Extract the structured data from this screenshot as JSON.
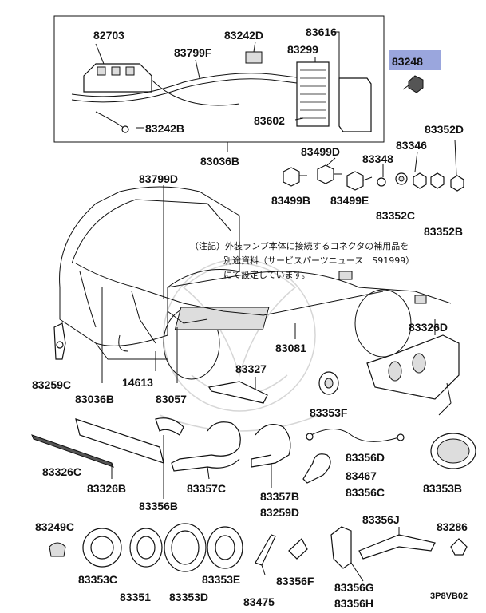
{
  "highlight_color": "#9aa6dd",
  "labels": {
    "p82703": "82703",
    "p83242D": "83242D",
    "p83616": "83616",
    "p83248": "83248",
    "p83799F": "83799F",
    "p83299": "83299",
    "p83602": "83602",
    "p83242B": "83242B",
    "p83036B_top": "83036B",
    "p83352D": "83352D",
    "p83499D": "83499D",
    "p83346": "83346",
    "p83348": "83348",
    "p83799D": "83799D",
    "p83499B": "83499B",
    "p83499E": "83499E",
    "p83352C": "83352C",
    "p83352B": "83352B",
    "p83081": "83081",
    "p83326D": "83326D",
    "p83259C_left": "83259C",
    "p83036B_bottom": "83036B",
    "p14613": "14613",
    "p83057": "83057",
    "p83327": "83327",
    "p83353F": "83353F",
    "p83326C": "83326C",
    "p83326B": "83326B",
    "p83357C": "83357C",
    "p83356B": "83356B",
    "p83357B": "83357B",
    "p83259D": "83259D",
    "p83467": "83467",
    "p83356C": "83356C",
    "p83356D": "83356D",
    "p83353B": "83353B",
    "p83249C": "83249C",
    "p83353C": "83353C",
    "p83351": "83351",
    "p83353D": "83353D",
    "p83353E": "83353E",
    "p83475": "83475",
    "p83356F": "83356F",
    "p83356J": "83356J",
    "p83286": "83286",
    "p83356G": "83356G",
    "p83356H": "83356H",
    "p3P8VB02": "3P8VB02"
  },
  "note": {
    "line1": "（注記）外装ランプ本体に接続するコネクタの補用品を",
    "line2": "別途資料（サービスパーツニュース　S91999）",
    "line3": "にて設定しています。"
  }
}
